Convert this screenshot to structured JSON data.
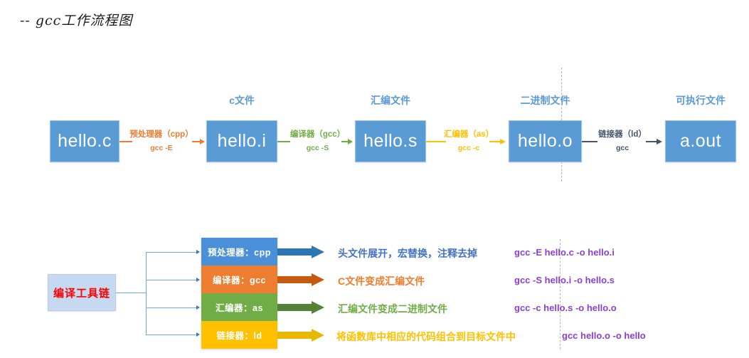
{
  "title": "-- gcc工作流程图",
  "colors": {
    "box_blue": "#5B9BD5",
    "caption_blue": "#5B9BD5",
    "orange": "#ED7D31",
    "green": "#70AD47",
    "gold": "#FFC000",
    "navy": "#44546A",
    "toolbox_fill": "#C6D9F0",
    "toolbox_text": "#FF0000",
    "purple_cmd": "#8B3FD1",
    "stage_blue": "#4A90D9",
    "stage_orange": "#ED7D31",
    "stage_green": "#70AD47",
    "stage_gold": "#FFC000",
    "desc_blue": "#4472C4",
    "desc_orange": "#ED7D31",
    "desc_green": "#70AD47",
    "desc_gold": "#FFC000",
    "arrow_blue": "#2E75B6",
    "arrow_orange": "#C55A11",
    "arrow_green": "#538135",
    "arrow_gold": "#E8B800",
    "bracket": "#6FA8DC",
    "dashed_divider": "#b4b4b4"
  },
  "flow": {
    "nodes": [
      {
        "id": "hello-c",
        "label": "hello.c",
        "caption": ""
      },
      {
        "id": "hello-i",
        "label": "hello.i",
        "caption": "c文件"
      },
      {
        "id": "hello-s",
        "label": "hello.s",
        "caption": "汇编文件"
      },
      {
        "id": "hello-o",
        "label": "hello.o",
        "caption": "二进制文件"
      },
      {
        "id": "a-out",
        "label": "a.out",
        "caption": "可执行文件"
      }
    ],
    "connectors": [
      {
        "id": "preprocess",
        "label": "预处理器（cpp）",
        "sub": "gcc -E",
        "color": "#ED7D31"
      },
      {
        "id": "compile",
        "label": "编译器（gcc）",
        "sub": "gcc -S",
        "color": "#70AD47"
      },
      {
        "id": "assemble",
        "label": "汇编器（as）",
        "sub": "gcc -c",
        "color": "#FFC000"
      },
      {
        "id": "link",
        "label": "链接器（ld）",
        "sub": "gcc",
        "color": "#44546A"
      }
    ]
  },
  "toolchain": {
    "box_label": "编译工具链",
    "stages": [
      {
        "id": "cpp",
        "name": "预处理器：cpp",
        "fill": "#4A90D9",
        "arrow": "#2E75B6",
        "description": "头文件展开，宏替换，注释去掉",
        "desc_color": "#4472C4",
        "command": "gcc -E hello.c -o hello.i"
      },
      {
        "id": "gcc",
        "name": "编译器：gcc",
        "fill": "#ED7D31",
        "arrow": "#C55A11",
        "description": "C文件变成汇编文件",
        "desc_color": "#ED7D31",
        "command": "gcc -S hello.i -o hello.s"
      },
      {
        "id": "as",
        "name": "汇编器：as",
        "fill": "#70AD47",
        "arrow": "#538135",
        "description": "汇编文件变成二进制文件",
        "desc_color": "#70AD47",
        "command": "gcc -c hello.s -o hello.o"
      },
      {
        "id": "ld",
        "name": "链接器：ld",
        "fill": "#FFC000",
        "arrow": "#E8B800",
        "description": "将函数库中相应的代码组合到目标文件中",
        "desc_color": "#FFC000",
        "command": "gcc hello.o -o hello"
      }
    ]
  }
}
